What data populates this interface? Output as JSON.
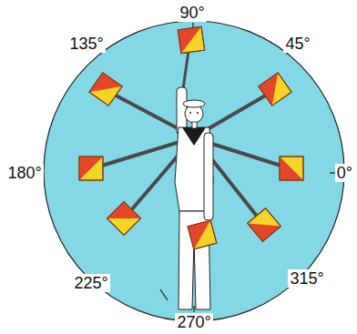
{
  "diagram": {
    "labels": [
      "90°",
      "135°",
      "45°",
      "180°",
      "0°",
      "225°",
      "315°",
      "270°"
    ]
  }
}
